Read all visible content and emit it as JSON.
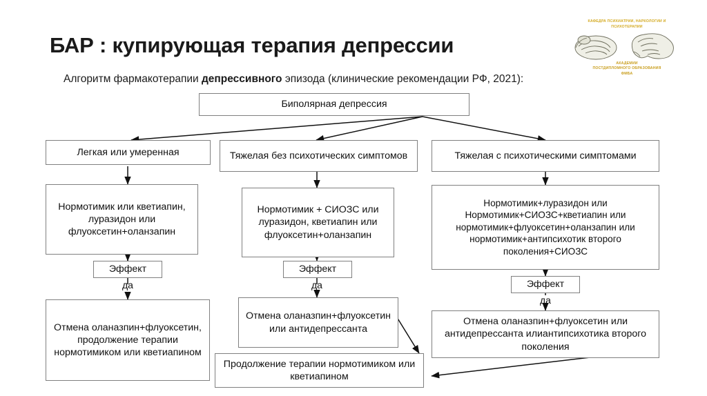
{
  "header": {
    "title": "БАР : купирующая терапия депрессии",
    "subtitle_before": "Алгоритм фармакотерапии ",
    "subtitle_bold": "депрессивного",
    "subtitle_after": " эпизода (клинические рекомендации РФ, 2021):"
  },
  "logo": {
    "line1": "КАФЕДРА ПСИХИАТРИИ, НАРКОЛОГИИ И",
    "line2": "ПСИХОТЕРАПИИ",
    "line3": "АКАДЕМИИ",
    "line4": "ПОСТДИПЛОМНОГО ОБРАЗОВАНИЯ",
    "line5": "ФМБА",
    "color": "#d4aa22",
    "icon_left": "brain-axial-icon",
    "icon_right": "brain-sagittal-icon"
  },
  "nodes": {
    "root": "Биполярная депрессия",
    "branch_mild": "Легкая или умеренная",
    "branch_severe_nopsych": "Тяжелая без психотических симптомов",
    "branch_severe_psych": "Тяжелая с психотическими симптомами",
    "treat_mild": "Нормотимик или кветиапин, луразидон или флуоксетин+оланзапин",
    "treat_severe_nopsych": "Нормотимик + СИОЗС или луразидон, кветиапин или флуоксетин+оланзапин",
    "treat_severe_psych": "Нормотимик+луразидон или Нормотимик+СИОЗС+кветиапин или нормотимик+флуоксетин+оланзапин или нормотимик+антипсихотик второго поколения+СИОЗС",
    "effect_mild": "Эффект",
    "effect_severe_nopsych": "Эффект",
    "effect_severe_psych": "Эффект",
    "yes_mild": "да",
    "yes_severe_nopsych": "да",
    "yes_severe_psych": "да",
    "outcome_mild": "Отмена оланазпин+флуоксетин, продолжение терапии нормотимиком или кветиапином",
    "outcome_severe_nopsych": "Отмена оланазпин+флуоксетин или антидепрессанта",
    "outcome_severe_psych": "Отмена оланазпин+флуоксетин или антидепрессанта илиантипсихотика второго поколения",
    "continuation": "Продолжение терапии нормотимиком или кветиапином"
  },
  "style": {
    "box_border": "#7f7f7f",
    "wire": "#111111",
    "text": "#111111"
  }
}
